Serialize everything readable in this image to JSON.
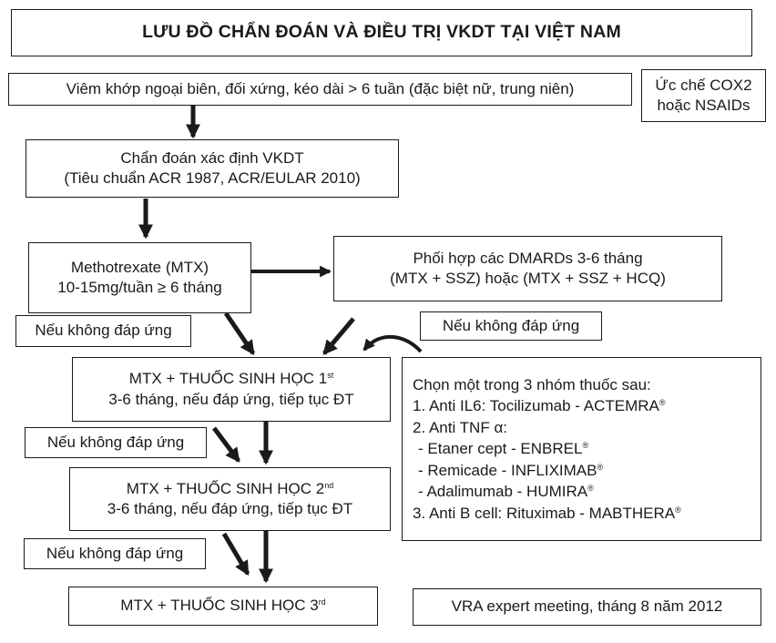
{
  "title": "LƯU ĐỒ CHẨN ĐOÁN VÀ ĐIỀU TRỊ VKDT TẠI VIỆT NAM",
  "initial": "Viêm khớp ngoại biên, đối xứng, kéo dài > 6 tuần (đặc biệt nữ, trung niên)",
  "side_note": [
    "Ức chế COX2",
    "hoặc NSAIDs"
  ],
  "diagnosis": [
    "Chẩn đoán xác định VKDT",
    "(Tiêu chuẩn ACR 1987, ACR/EULAR 2010)"
  ],
  "mtx": [
    "Methotrexate (MTX)",
    "10-15mg/tuần ≥ 6 tháng"
  ],
  "combo": [
    "Phối hợp các DMARDs 3-6 tháng",
    "(MTX + SSZ) hoặc (MTX + SSZ + HCQ)"
  ],
  "no_response": "Nếu không đáp ứng",
  "bio1": {
    "line1": "MTX + THUỐC SINH HỌC 1",
    "sup": "st",
    "line2": "3-6 tháng, nếu đáp ứng, tiếp tục ĐT"
  },
  "bio2": {
    "line1": "MTX + THUỐC SINH HỌC 2",
    "sup": "nd",
    "line2": "3-6 tháng, nếu đáp ứng, tiếp tục ĐT"
  },
  "bio3": {
    "line1": "MTX + THUỐC SINH HỌC 3",
    "sup": "rd"
  },
  "options": {
    "heading": "Chọn một trong 3 nhóm thuốc sau:",
    "items": [
      {
        "text": "1. Anti IL6: Tocilizumab - ACTEMRA",
        "sup": "®"
      },
      {
        "text": "2. Anti TNF α:",
        "sup": ""
      },
      {
        "text": " - Etaner cept - ENBREL",
        "sup": "®"
      },
      {
        "text": " - Remicade - INFLIXIMAB",
        "sup": "®"
      },
      {
        "text": " - Adalimumab - HUMIRA",
        "sup": "®"
      },
      {
        "text": "3. Anti B cell: Rituximab - MABTHERA",
        "sup": "®"
      }
    ]
  },
  "source": "VRA expert meeting, tháng 8 năm 2012",
  "colors": {
    "line": "#1a1a1a",
    "background": "#ffffff"
  }
}
